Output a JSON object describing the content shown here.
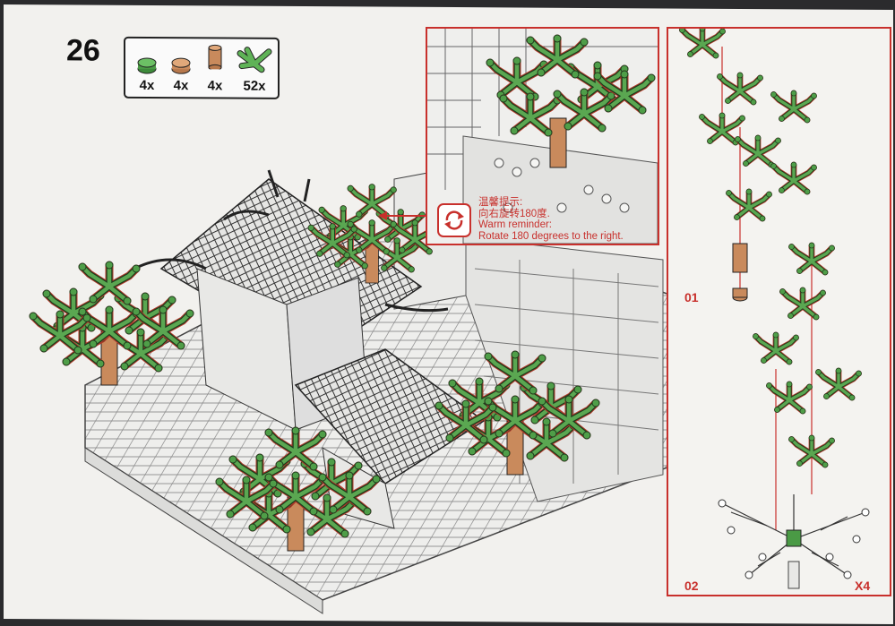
{
  "step": {
    "number": "26"
  },
  "parts": [
    {
      "icon": "green-round-plate-icon",
      "qty": "4x",
      "color": "#4a9a45"
    },
    {
      "icon": "tan-round-plate-icon",
      "qty": "4x",
      "color": "#c98a5c"
    },
    {
      "icon": "brown-round-brick-icon",
      "qty": "4x",
      "color": "#c98a5c"
    },
    {
      "icon": "green-leaf-element-icon",
      "qty": "52x",
      "color": "#4a9a45"
    }
  ],
  "reminder": {
    "line1": "温馨提示:",
    "line2": "向右旋转180度.",
    "line3": "Warm reminder:",
    "line4": "Rotate 180 degrees to the right."
  },
  "subassembly": {
    "label_1": "01",
    "label_2": "02",
    "multiplier": "X4"
  },
  "colors": {
    "accent_red": "#c8302c",
    "leaf_green": "#4a9a45",
    "trunk_tan": "#c98a5c",
    "paper": "#f2f1ee"
  }
}
